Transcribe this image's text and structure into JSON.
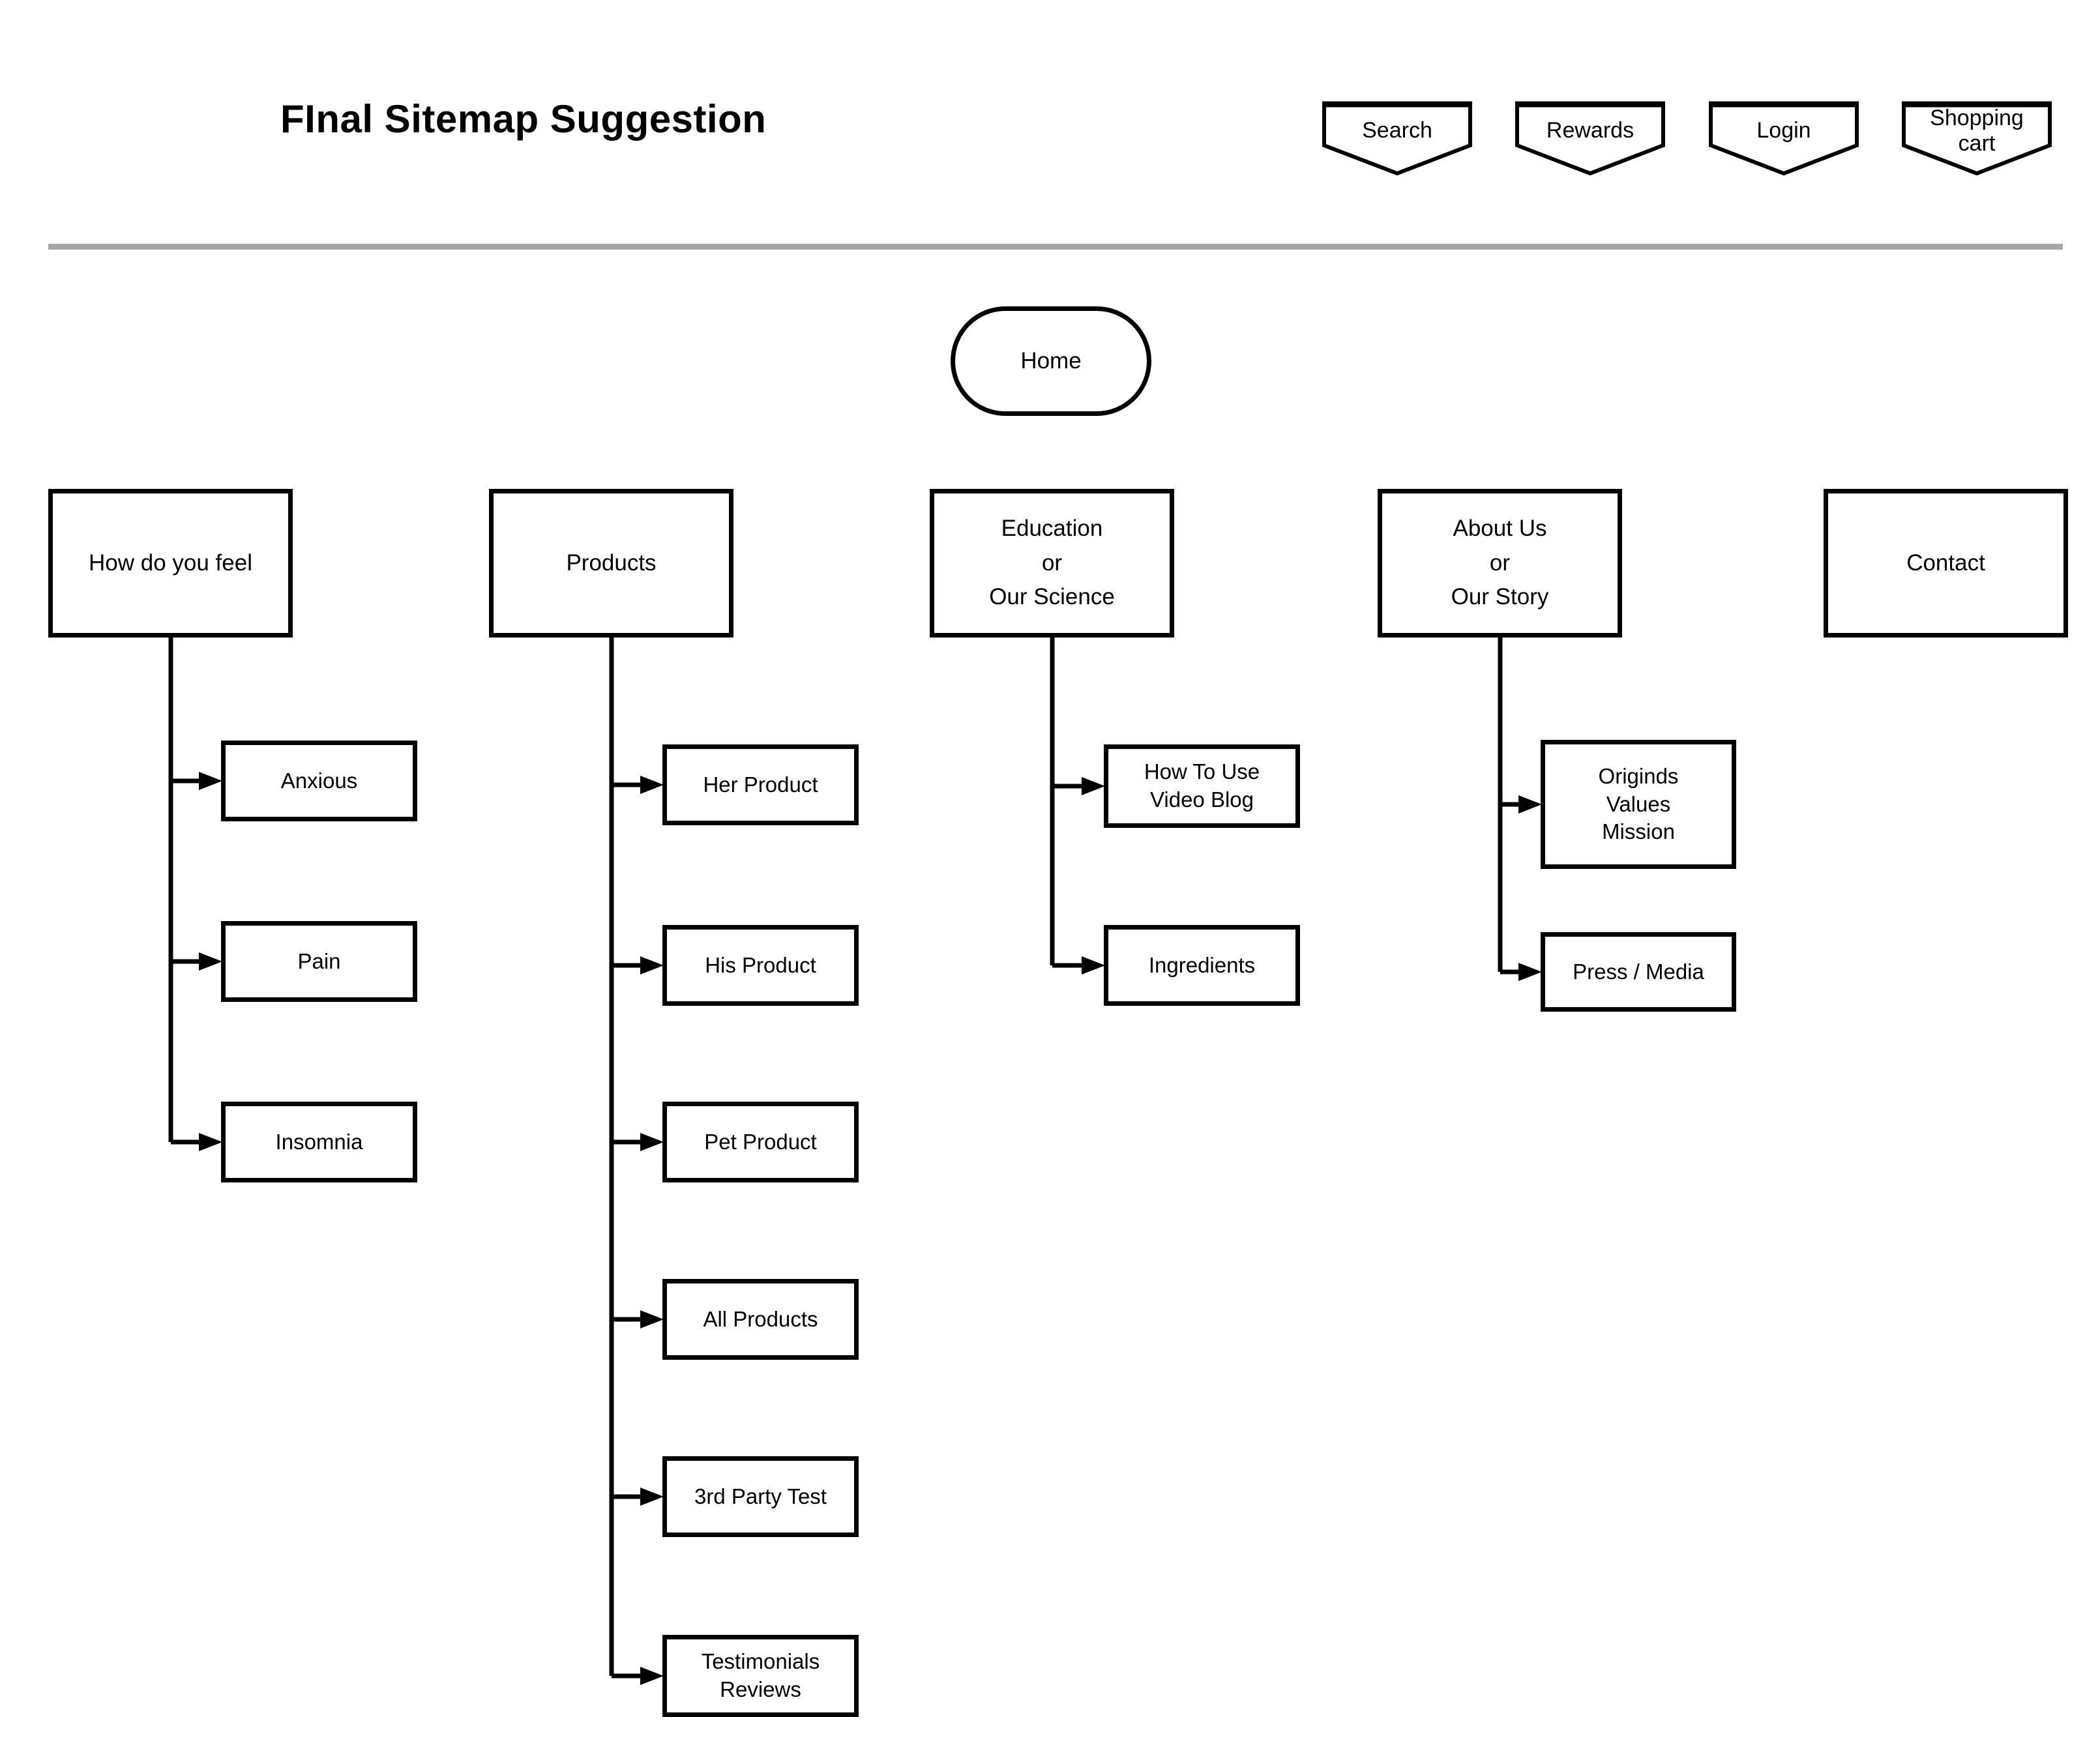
{
  "title": "FInal Sitemap Suggestion",
  "header": {
    "banners": [
      {
        "label": "Search"
      },
      {
        "label": "Rewards"
      },
      {
        "label": "Login"
      },
      {
        "label": "Shopping\ncart"
      }
    ]
  },
  "sitemap": {
    "home": {
      "label": "Home"
    },
    "sections": [
      {
        "label": "How do you feel",
        "children": [
          {
            "label": "Anxious"
          },
          {
            "label": "Pain"
          },
          {
            "label": "Insomnia"
          }
        ]
      },
      {
        "label": "Products",
        "children": [
          {
            "label": "Her Product"
          },
          {
            "label": "His Product"
          },
          {
            "label": "Pet Product"
          },
          {
            "label": "All Products"
          },
          {
            "label": "3rd Party Test"
          },
          {
            "label": "Testimonials\nReviews"
          }
        ]
      },
      {
        "label": "Education\nor\nOur Science",
        "children": [
          {
            "label": "How To Use\nVideo Blog"
          },
          {
            "label": "Ingredients"
          }
        ]
      },
      {
        "label": "About Us\nor\nOur Story",
        "children": [
          {
            "label": "Originds\nValues\nMission"
          },
          {
            "label": "Press / Media"
          }
        ]
      },
      {
        "label": "Contact",
        "children": []
      }
    ]
  },
  "colors": {
    "shape_stroke": "#000000",
    "shape_fill": "#ffffff",
    "divider": "#a6a6a6",
    "text": "#000000",
    "background": "#ffffff"
  }
}
